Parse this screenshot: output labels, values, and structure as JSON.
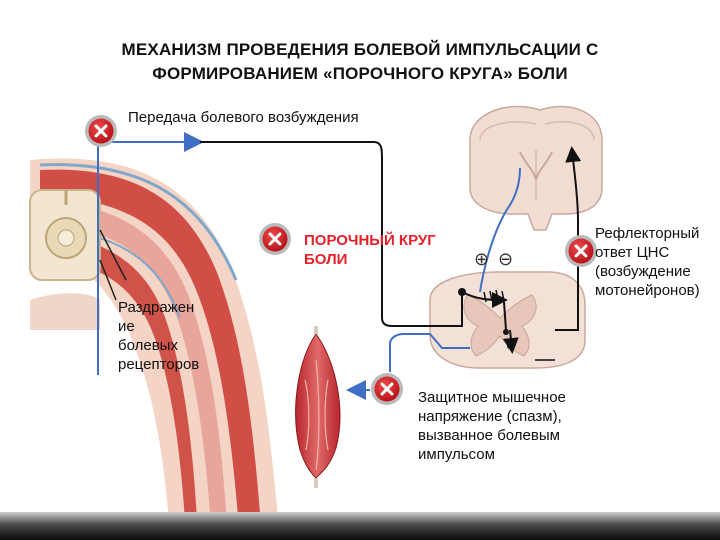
{
  "title": {
    "line1": "МЕХАНИЗМ ПРОВЕДЕНИЯ БОЛЕВОЙ ИМПУЛЬСАЦИИ С",
    "line2": "ФОРМИРОВАНИЕМ «ПОРОЧНОГО КРУГА» БОЛИ"
  },
  "labels": {
    "transmission": "Передача болевого возбуждения",
    "vicious_circle_1": "ПОРОЧНЫЙ КРУГ",
    "vicious_circle_2": "БОЛИ",
    "receptors_1": "Раздражен",
    "receptors_2": "ие",
    "receptors_3": "болевых",
    "receptors_4": "рецепторов",
    "reflex_1": "Рефлекторный",
    "reflex_2": "ответ ЦНС",
    "reflex_3": "(возбуждение",
    "reflex_4": "мотонейронов)",
    "spasm_1": "Защитное мышечное",
    "spasm_2": "напряжение (спазм),",
    "spasm_3": "вызванное болевым",
    "spasm_4": "импульсом",
    "plus_sign": "⊕",
    "minus_sign": "⊖"
  },
  "colors": {
    "accent_red": "#e4202a",
    "arrow_blue": "#3f6fc4",
    "badge_gray": "#b9b9b9"
  },
  "icons": [
    "close-icon",
    "plus-circle-icon",
    "minus-circle-icon"
  ]
}
